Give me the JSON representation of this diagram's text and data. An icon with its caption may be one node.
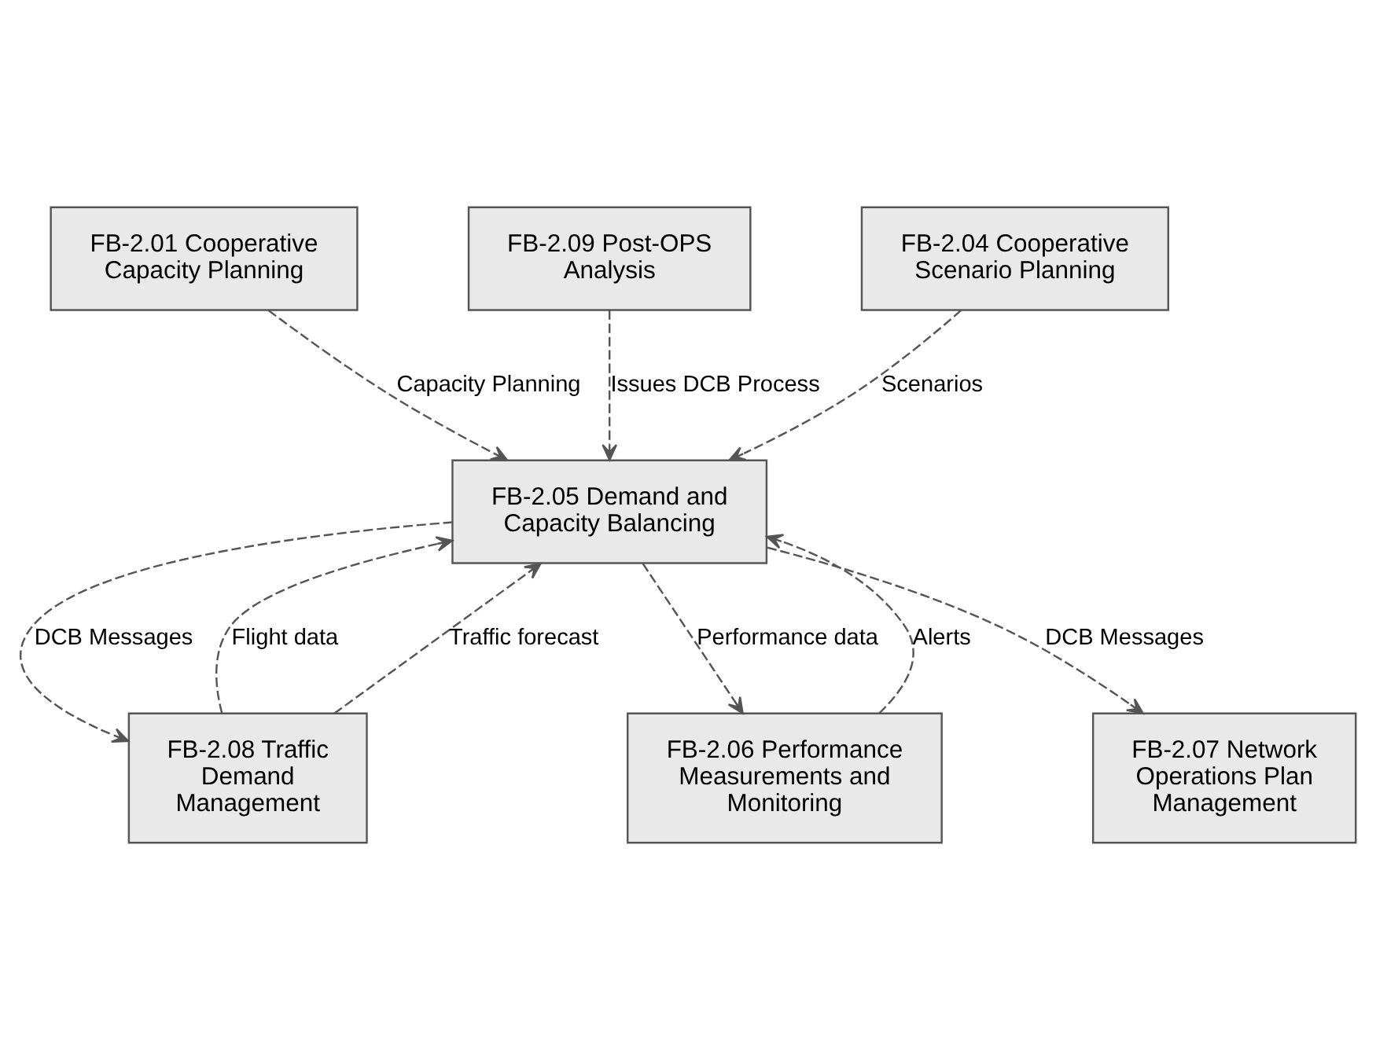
{
  "diagram": {
    "nodes": [
      {
        "text": [
          "FB-2.01 Cooperative Capacity Planning"
        ]
      },
      {
        "text": [
          "FB-2.09 Post-OPS Analysis"
        ]
      },
      {
        "text": [
          "FB-2.04 Cooperative Scenario Planning"
        ]
      },
      {
        "text": [
          "FB-2.05 Demand and Capacity Balancing"
        ]
      },
      {
        "text": [
          "FB-2.08 Traffic Demand Management"
        ]
      },
      {
        "text": [
          "FB-2.06 Performance Measurements and Monitoring"
        ]
      },
      {
        "text": [
          "FB-2.07 Network Operations Plan Management"
        ]
      }
    ],
    "edges": [
      {
        "from": 0,
        "to": 3,
        "arrow": "to",
        "label": "Capacity Planning",
        "style": "dashed"
      },
      {
        "from": 1,
        "to": 3,
        "arrow": "to",
        "label": "Issues DCB Process",
        "style": "dashed"
      },
      {
        "from": 2,
        "to": 3,
        "arrow": "to",
        "label": "Scenarios",
        "style": "dashed"
      },
      {
        "from": 4,
        "to": 3,
        "arrow": "to",
        "label": "Flight data",
        "style": "dashed"
      },
      {
        "from": 4,
        "to": 3,
        "arrow": "to",
        "label": "Traffic forecast",
        "style": "dashed"
      },
      {
        "from": 3,
        "to": 4,
        "arrow": "to",
        "label": "DCB Messages",
        "style": "dashed"
      },
      {
        "from": 3,
        "to": 5,
        "arrow": "to",
        "label": "Performance data",
        "style": "dashed"
      },
      {
        "from": 5,
        "to": 3,
        "arrow": "to",
        "label": "Alerts",
        "style": "dashed"
      },
      {
        "from": 3,
        "to": 6,
        "arrow": "to",
        "label": "DCB Messages",
        "style": "dashed"
      }
    ]
  }
}
